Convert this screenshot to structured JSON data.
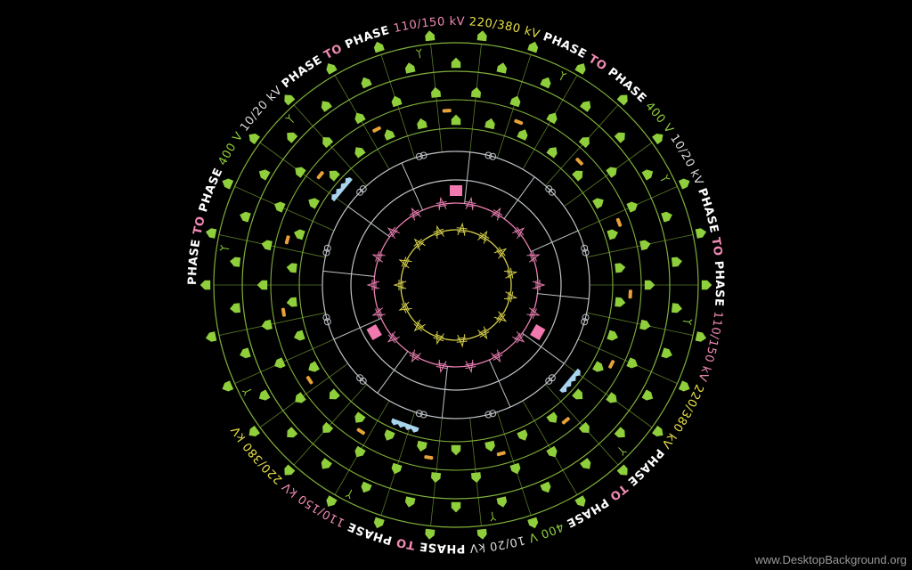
{
  "diagram": {
    "colors": {
      "background": "#000000",
      "low_voltage": "#8fcf3c",
      "medium_voltage": "#dcdcdc",
      "high_voltage_110": "#f08ab4",
      "extra_high_220": "#e8e04a",
      "line_green": "#7fae3a",
      "line_grey": "#bfc4c8",
      "line_pink": "#e87fb0",
      "line_yellow": "#d8d24a",
      "car": "#e8a23a",
      "blue_block": "#a8d4ee",
      "pink_block": "#f07ab0"
    },
    "ring_labels": [
      {
        "text": "PHASE ",
        "style": "bold",
        "color": "#ffffff"
      },
      {
        "text": "TO ",
        "style": "bold",
        "color": "#f08ab4"
      },
      {
        "text": "PHASE   ",
        "style": "bold",
        "color": "#ffffff"
      },
      {
        "text": "400 V   ",
        "style": "normal",
        "color": "#8fcf3c"
      },
      {
        "text": "10/20 kV   ",
        "style": "normal",
        "color": "#dcdcdc"
      },
      {
        "text": "PHASE ",
        "style": "bold",
        "color": "#ffffff"
      },
      {
        "text": "TO ",
        "style": "bold",
        "color": "#f08ab4"
      },
      {
        "text": "PHASE   ",
        "style": "bold",
        "color": "#ffffff"
      },
      {
        "text": "110/150 kV   ",
        "style": "normal",
        "color": "#f08ab4"
      },
      {
        "text": "220/380 kV   ",
        "style": "normal",
        "color": "#e8e04a"
      },
      {
        "text": "PHASE ",
        "style": "bold",
        "color": "#ffffff"
      },
      {
        "text": "TO ",
        "style": "bold",
        "color": "#f08ab4"
      },
      {
        "text": "PHASE   ",
        "style": "bold",
        "color": "#ffffff"
      },
      {
        "text": "400 V   ",
        "style": "normal",
        "color": "#8fcf3c"
      },
      {
        "text": "10/20 kV   ",
        "style": "normal",
        "color": "#dcdcdc"
      },
      {
        "text": "PHASE ",
        "style": "bold",
        "color": "#ffffff"
      },
      {
        "text": "TO ",
        "style": "bold",
        "color": "#f08ab4"
      },
      {
        "text": "PHASE   ",
        "style": "bold",
        "color": "#ffffff"
      },
      {
        "text": "110/150 kV   ",
        "style": "normal",
        "color": "#f08ab4"
      },
      {
        "text": "220/380 kV   ",
        "style": "normal",
        "color": "#e8e04a"
      },
      {
        "text": "PHASE ",
        "style": "bold",
        "color": "#ffffff"
      },
      {
        "text": "TO ",
        "style": "bold",
        "color": "#f08ab4"
      },
      {
        "text": "PHASE   ",
        "style": "bold",
        "color": "#ffffff"
      },
      {
        "text": "400 V   ",
        "style": "normal",
        "color": "#8fcf3c"
      },
      {
        "text": "10/20 kV   ",
        "style": "normal",
        "color": "#dcdcdc"
      },
      {
        "text": "PHASE ",
        "style": "bold",
        "color": "#ffffff"
      },
      {
        "text": "TO ",
        "style": "bold",
        "color": "#f08ab4"
      },
      {
        "text": "PHASE   ",
        "style": "bold",
        "color": "#ffffff"
      },
      {
        "text": "110/150 kV   ",
        "style": "normal",
        "color": "#f08ab4"
      },
      {
        "text": "220/380 kV",
        "style": "normal",
        "color": "#e8e04a"
      }
    ],
    "icons": {
      "house": "house-icon",
      "car": "car-icon",
      "factory": "factory-icon",
      "pylon": "pylon-icon",
      "transformer": "transformer-icon",
      "wind_turbine": "wind-turbine-icon",
      "solar_panel": "solar-panel-icon",
      "power_plant": "power-plant-icon"
    }
  },
  "watermark": {
    "text": "www.DesktopBackground.org"
  }
}
